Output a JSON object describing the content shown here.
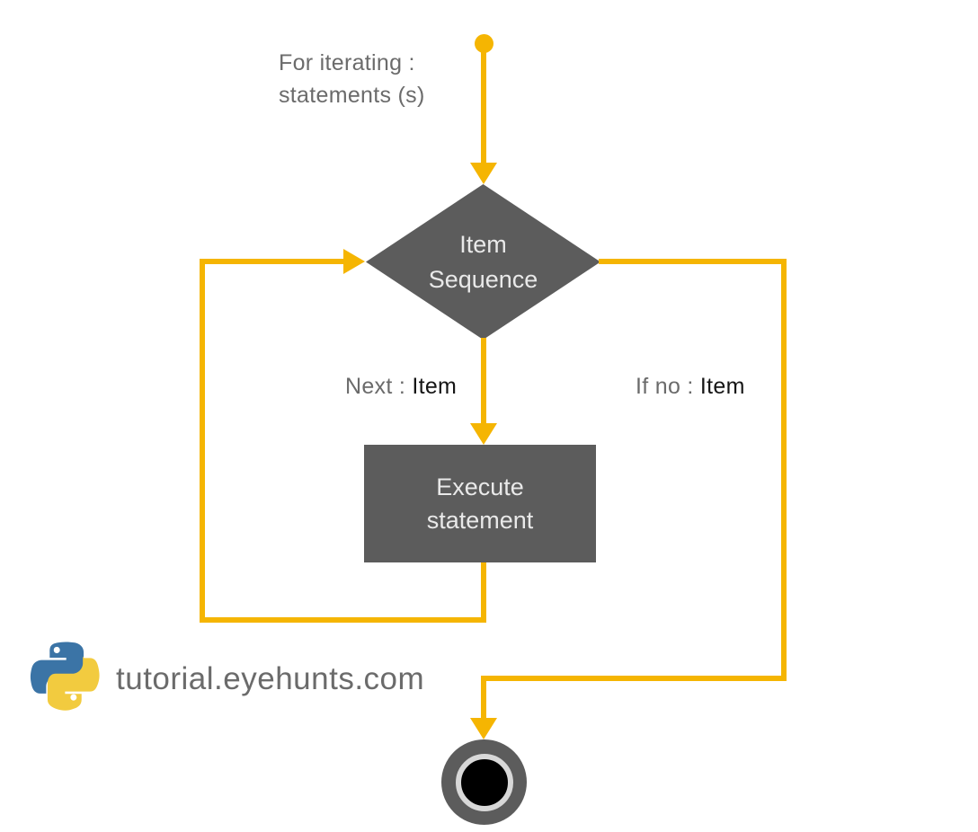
{
  "colors": {
    "background": "#FFFFFF",
    "connector": "#F5B502",
    "shape_gray": "#5C5C5C",
    "shape_text": "#E9E9E9",
    "label_muted": "#6B6B6B",
    "label_strong": "#151515",
    "end_ring": "#D8D8D8",
    "end_core": "#000000",
    "python_blue": "#3B74A6",
    "python_yellow": "#F2CB3F"
  },
  "flowchart": {
    "caption": {
      "line1": "For iterating :",
      "line2": "statements (s)"
    },
    "decision": {
      "line1": "Item",
      "line2": "Sequence"
    },
    "process": {
      "line1": "Execute",
      "line2": "statement"
    },
    "edges": {
      "next": {
        "prefix": "Next : ",
        "value": "Item"
      },
      "if_no": {
        "prefix": "If no : ",
        "value": "Item"
      }
    },
    "icons": {
      "start": "start-dot",
      "end": "end-terminator-bullseye"
    }
  },
  "watermark": {
    "text": "tutorial.eyehunts.com",
    "logo": "python-logo"
  }
}
